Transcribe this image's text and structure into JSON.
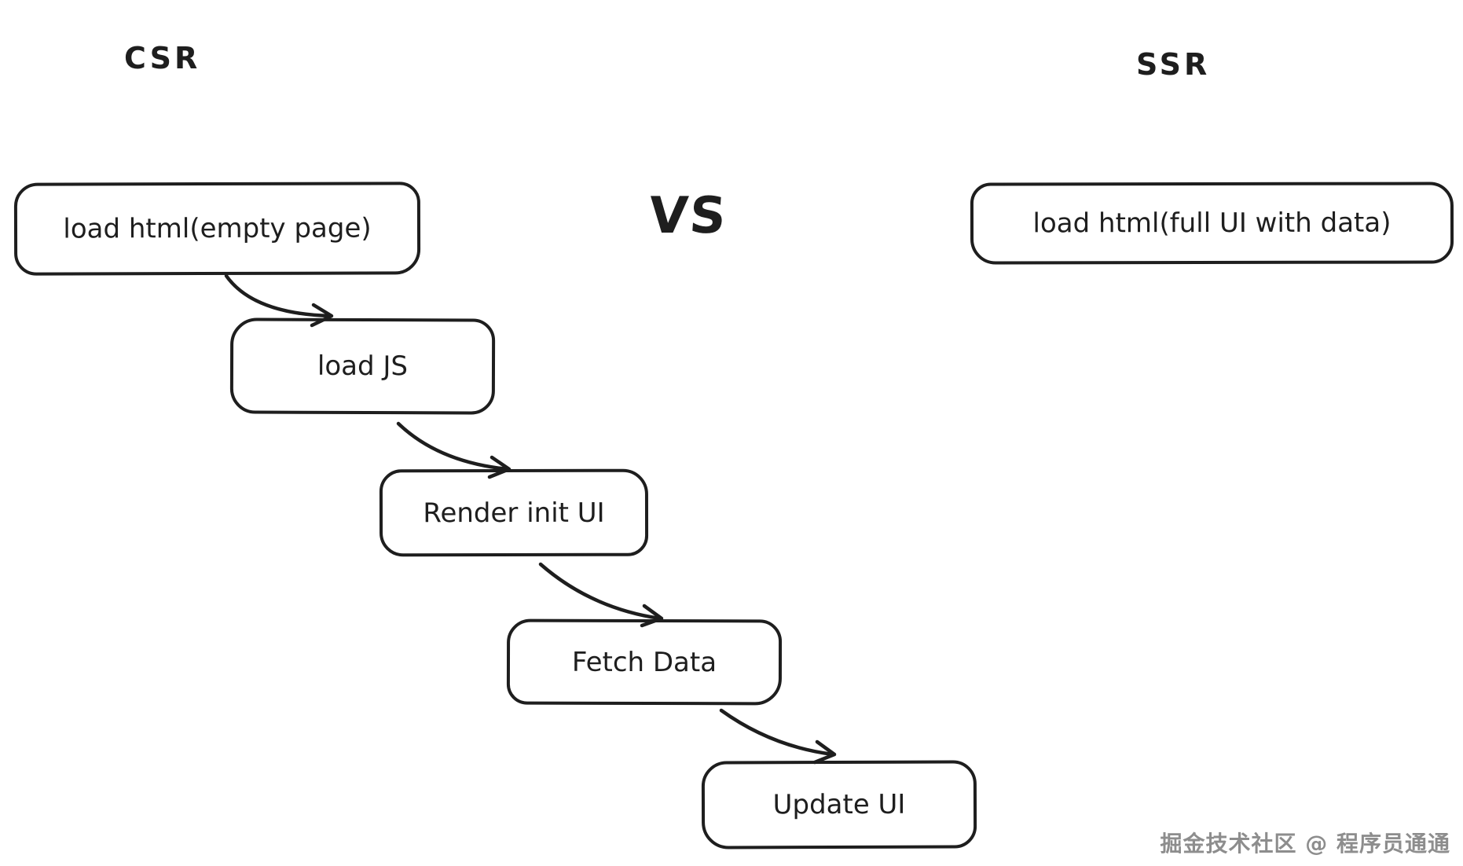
{
  "csr": {
    "title": "CSR",
    "nodes": [
      "load html(empty page)",
      "load JS",
      "Render init UI",
      "Fetch Data",
      "Update UI"
    ]
  },
  "versus": "VS",
  "ssr": {
    "title": "SSR",
    "nodes": [
      "load html(full UI with data)"
    ]
  },
  "watermark": "掘金技术社区 @ 程序员通通",
  "colors": {
    "stroke": "#1e1e1e",
    "background": "#ffffff",
    "watermark_gray": "#8d8d8d"
  }
}
